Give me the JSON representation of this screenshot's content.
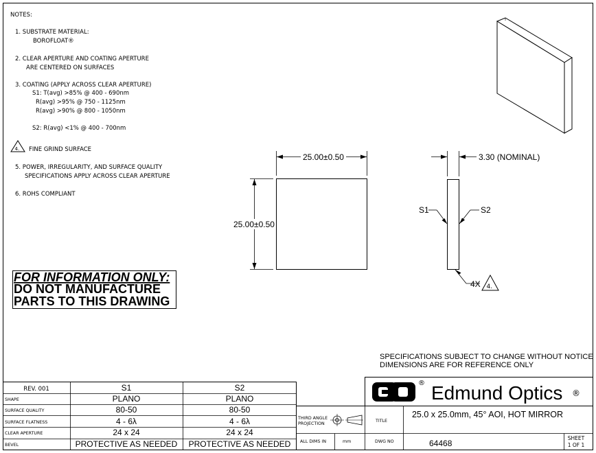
{
  "notes": {
    "heading": "NOTES:",
    "n1": "1.  SUBSTRATE MATERIAL:",
    "n1b": "BOROFLOAT®",
    "n2": "2.  CLEAR APERTURE AND COATING APERTURE",
    "n2b": "ARE CENTERED ON SURFACES",
    "n3": "3.  COATING (APPLY ACROSS CLEAR APERTURE)",
    "n3a": "S1: T(avg) >85% @ 400 - 690nm",
    "n3b": "R(avg) >95% @ 750 - 1125nm",
    "n3c": "R(avg) >90% @ 800 - 1050nm",
    "n3d": "S2: R(avg) <1% @ 400 - 700nm",
    "n4_num": "4.",
    "n4": "FINE GRIND SURFACE",
    "n5": "5.  POWER, IRREGULARITY, AND SURFACE QUALITY",
    "n5b": "SPECIFICATIONS APPLY ACROSS CLEAR APERTURE",
    "n6": "6.  ROHS COMPLIANT"
  },
  "warning": {
    "line1": "FOR INFORMATION ONLY:",
    "line2": "DO NOT MANUFACTURE",
    "line3": "PARTS TO THIS DRAWING"
  },
  "dims": {
    "width": "25.00±0.50",
    "height": "25.00±0.50",
    "thickness": "3.30 (NOMINAL)",
    "s1": "S1",
    "s2": "S2",
    "qty": "4X",
    "flag": "4."
  },
  "spec_notice": {
    "line1": "SPECIFICATIONS SUBJECT TO CHANGE WITHOUT NOTICE",
    "line2": "DIMENSIONS ARE FOR REFERENCE ONLY"
  },
  "table": {
    "rev": "REV. 001",
    "col_s1": "S1",
    "col_s2": "S2",
    "rows": [
      {
        "label": "SHAPE",
        "s1": "PLANO",
        "s2": "PLANO"
      },
      {
        "label": "SURFACE QUALITY",
        "s1": "80-50",
        "s2": "80-50"
      },
      {
        "label": "SURFACE FLATNESS",
        "s1": "4 - 6λ",
        "s2": "4 - 6λ"
      },
      {
        "label": "CLEAR APERTURE",
        "s1": "24 x 24",
        "s2": "24 x 24"
      },
      {
        "label": "BEVEL",
        "s1": "PROTECTIVE AS NEEDED",
        "s2": "PROTECTIVE AS NEEDED"
      }
    ]
  },
  "titleblock": {
    "brand": "Edmund Optics",
    "reg": "®",
    "logo_text": "EO",
    "projection1": "THIRD ANGLE",
    "projection2": "PROJECTION",
    "title_label": "TITLE",
    "title": "25.0 x 25.0mm, 45° AOI, HOT MIRROR",
    "alldims_label": "ALL DIMS IN",
    "alldims_unit": "mm",
    "dwg_label": "DWG NO",
    "dwg_no": "64468",
    "sheet_label": "SHEET",
    "sheet_value": "1 OF 1"
  }
}
